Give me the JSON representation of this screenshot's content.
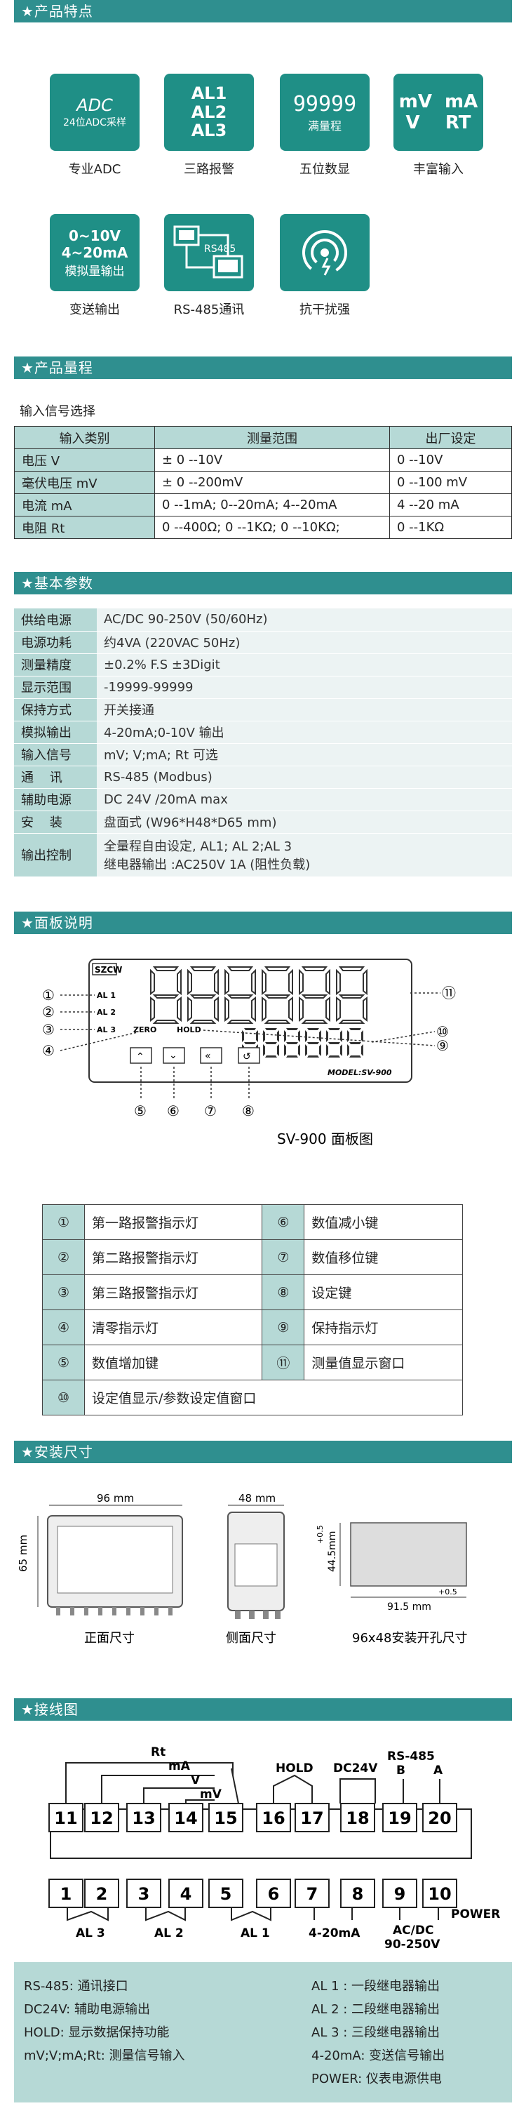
{
  "sections": {
    "features": "★产品特点",
    "range": "★产品量程",
    "params": "★基本参数",
    "panel": "★面板说明",
    "install": "★安装尺寸",
    "wiring": "★接线图"
  },
  "features": [
    {
      "l1": "ADC",
      "l2": "24位ADC采样",
      "cap": "专业ADC"
    },
    {
      "l1": "AL1",
      "l2": "AL2",
      "l3": "AL3",
      "cap": "三路报警"
    },
    {
      "l1": "99999",
      "l2": "满量程",
      "cap": "五位数显"
    },
    {
      "l1": "mV  mA",
      "l2": "V    RT",
      "cap": "丰富输入"
    },
    {
      "l1": "0~10V",
      "l2": "4~20mA",
      "l3": "模拟量输出",
      "cap": "变送输出"
    },
    {
      "l1": "RS485",
      "cap": "RS-485通讯"
    },
    {
      "cap": "抗干扰强"
    }
  ],
  "range": {
    "subtitle": "输入信号选择",
    "headers": [
      "输入类别",
      "测量范围",
      "出厂设定"
    ],
    "rows": [
      [
        "电压  V",
        "± 0 --10V",
        "0 --10V"
      ],
      [
        "毫伏电压  mV",
        "± 0 --200mV",
        "0 --100 mV"
      ],
      [
        "电流  mA",
        "0 --1mA; 0--20mA; 4--20mA",
        "4 --20 mA"
      ],
      [
        "电阻  Rt",
        "0 --400Ω; 0 --1KΩ; 0 --10KΩ;",
        "0 --1KΩ"
      ]
    ]
  },
  "params": [
    [
      "供给电源",
      "AC/DC 90-250V (50/60Hz)"
    ],
    [
      "电源功耗",
      "约4VA (220VAC 50Hz)"
    ],
    [
      "测量精度",
      "±0.2%  F.S ±3Digit"
    ],
    [
      "显示范围",
      "-19999-99999"
    ],
    [
      "保持方式",
      "开关接通"
    ],
    [
      "模拟输出",
      "4-20mA;0-10V 输出"
    ],
    [
      "输入信号",
      "mV; V;mA; Rt 可选"
    ],
    [
      "通    讯",
      "RS-485 (Modbus)"
    ],
    [
      "辅助电源",
      "DC 24V /20mA  max"
    ],
    [
      "安    装",
      "盘面式 (W96*H48*D65 mm)"
    ],
    [
      "输出控制",
      "全量程自由设定, AL1; AL 2;AL 3",
      "继电器输出 :AC250V 1A (阻性负载)"
    ]
  ],
  "panel": {
    "brand": "SZCW",
    "model": "MODEL:SV-900",
    "al1": "AL 1",
    "al2": "AL 2",
    "al3": "AL 3",
    "zero": "ZERO",
    "hold": "HOLD",
    "caption": "SV-900  面板图",
    "callouts": [
      "①",
      "②",
      "③",
      "④",
      "⑤",
      "⑥",
      "⑦",
      "⑧",
      "⑨",
      "⑩",
      "⑪"
    ]
  },
  "keys": [
    [
      "①",
      "第一路报警指示灯",
      "⑥",
      "数值减小键"
    ],
    [
      "②",
      "第二路报警指示灯",
      "⑦",
      "数值移位键"
    ],
    [
      "③",
      "第三路报警指示灯",
      "⑧",
      "设定键"
    ],
    [
      "④",
      "清零指示灯",
      "⑨",
      "保持指示灯"
    ],
    [
      "⑤",
      "数值增加键",
      "⑪",
      "测量值显示窗口"
    ],
    [
      "⑩",
      "设定值显示/参数设定值窗口"
    ]
  ],
  "install": {
    "front_w": "96 mm",
    "front_h": "65 mm",
    "front_cap": "正面尺寸",
    "side_w": "48 mm",
    "side_cap": "侧面尺寸",
    "cut_h": "44.5mm",
    "cut_h_tol": "+0.5",
    "cut_w": "91.5 mm",
    "cut_w_tol": "+0.5",
    "cut_cap": "96x48安装开孔尺寸"
  },
  "wiring": {
    "top_terms": [
      "11",
      "12",
      "13",
      "14",
      "15",
      "16",
      "17",
      "18",
      "19",
      "20"
    ],
    "bot_terms": [
      "1",
      "2",
      "3",
      "4",
      "5",
      "6",
      "7",
      "8",
      "9",
      "10"
    ],
    "rt": "Rt",
    "ma": "mA",
    "v": "V",
    "mv": "mV",
    "hold": "HOLD",
    "dc24": "DC24V",
    "rs485": "RS-485",
    "b": "B",
    "a": "A",
    "al3": "AL 3",
    "al2": "AL 2",
    "al1": "AL 1",
    "out": "4-20mA",
    "acdc": "AC/DC",
    "acdc2": "90-250V",
    "power": "POWER"
  },
  "legend": [
    [
      "RS-485:  通讯接口",
      "AL 1 :  一段继电器输出"
    ],
    [
      "DC24V:  辅助电源输出",
      "AL 2 :  二段继电器输出"
    ],
    [
      "HOLD:  显示数据保持功能",
      "AL 3 :  三段继电器输出"
    ],
    [
      "mV;V;mA;Rt:  测量信号输入",
      "4-20mA:  变送信号输出"
    ],
    [
      "",
      "POWER:  仪表电源供电"
    ]
  ]
}
